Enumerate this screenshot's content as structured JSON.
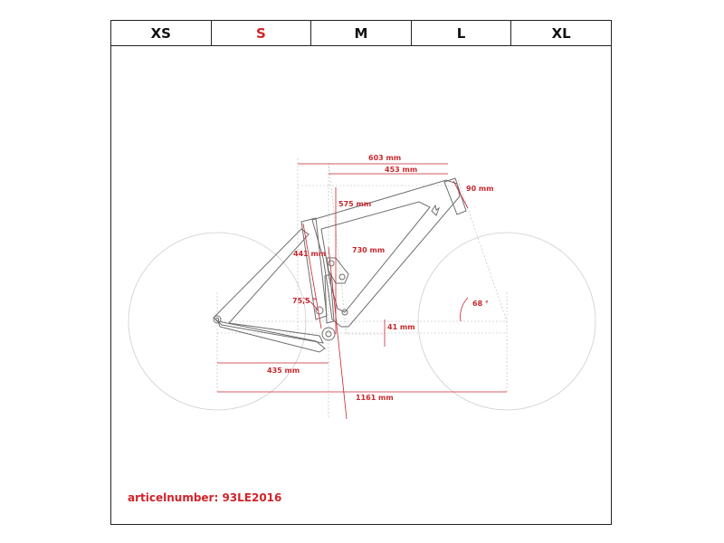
{
  "size_tabs": [
    {
      "label": "XS",
      "active": false
    },
    {
      "label": "S",
      "active": true
    },
    {
      "label": "M",
      "active": false
    },
    {
      "label": "L",
      "active": false
    },
    {
      "label": "XL",
      "active": false
    }
  ],
  "dimensions": {
    "reach": "603 mm",
    "top_tube": "453 mm",
    "head_tube": "90 mm",
    "stack": "575 mm",
    "seat_tube": "441 mm",
    "seat_height": "730 mm",
    "seat_angle": "75,5 °",
    "head_angle": "68 °",
    "bb_drop": "41 mm",
    "chainstay": "435 mm",
    "wheelbase": "1161 mm"
  },
  "article": "articelnumber: 93LE2016",
  "colors": {
    "accent": "#d2232a",
    "dimension": "#c8282d",
    "frame_outline": "#6e6e6e",
    "wheel": "#c9c9c9"
  }
}
